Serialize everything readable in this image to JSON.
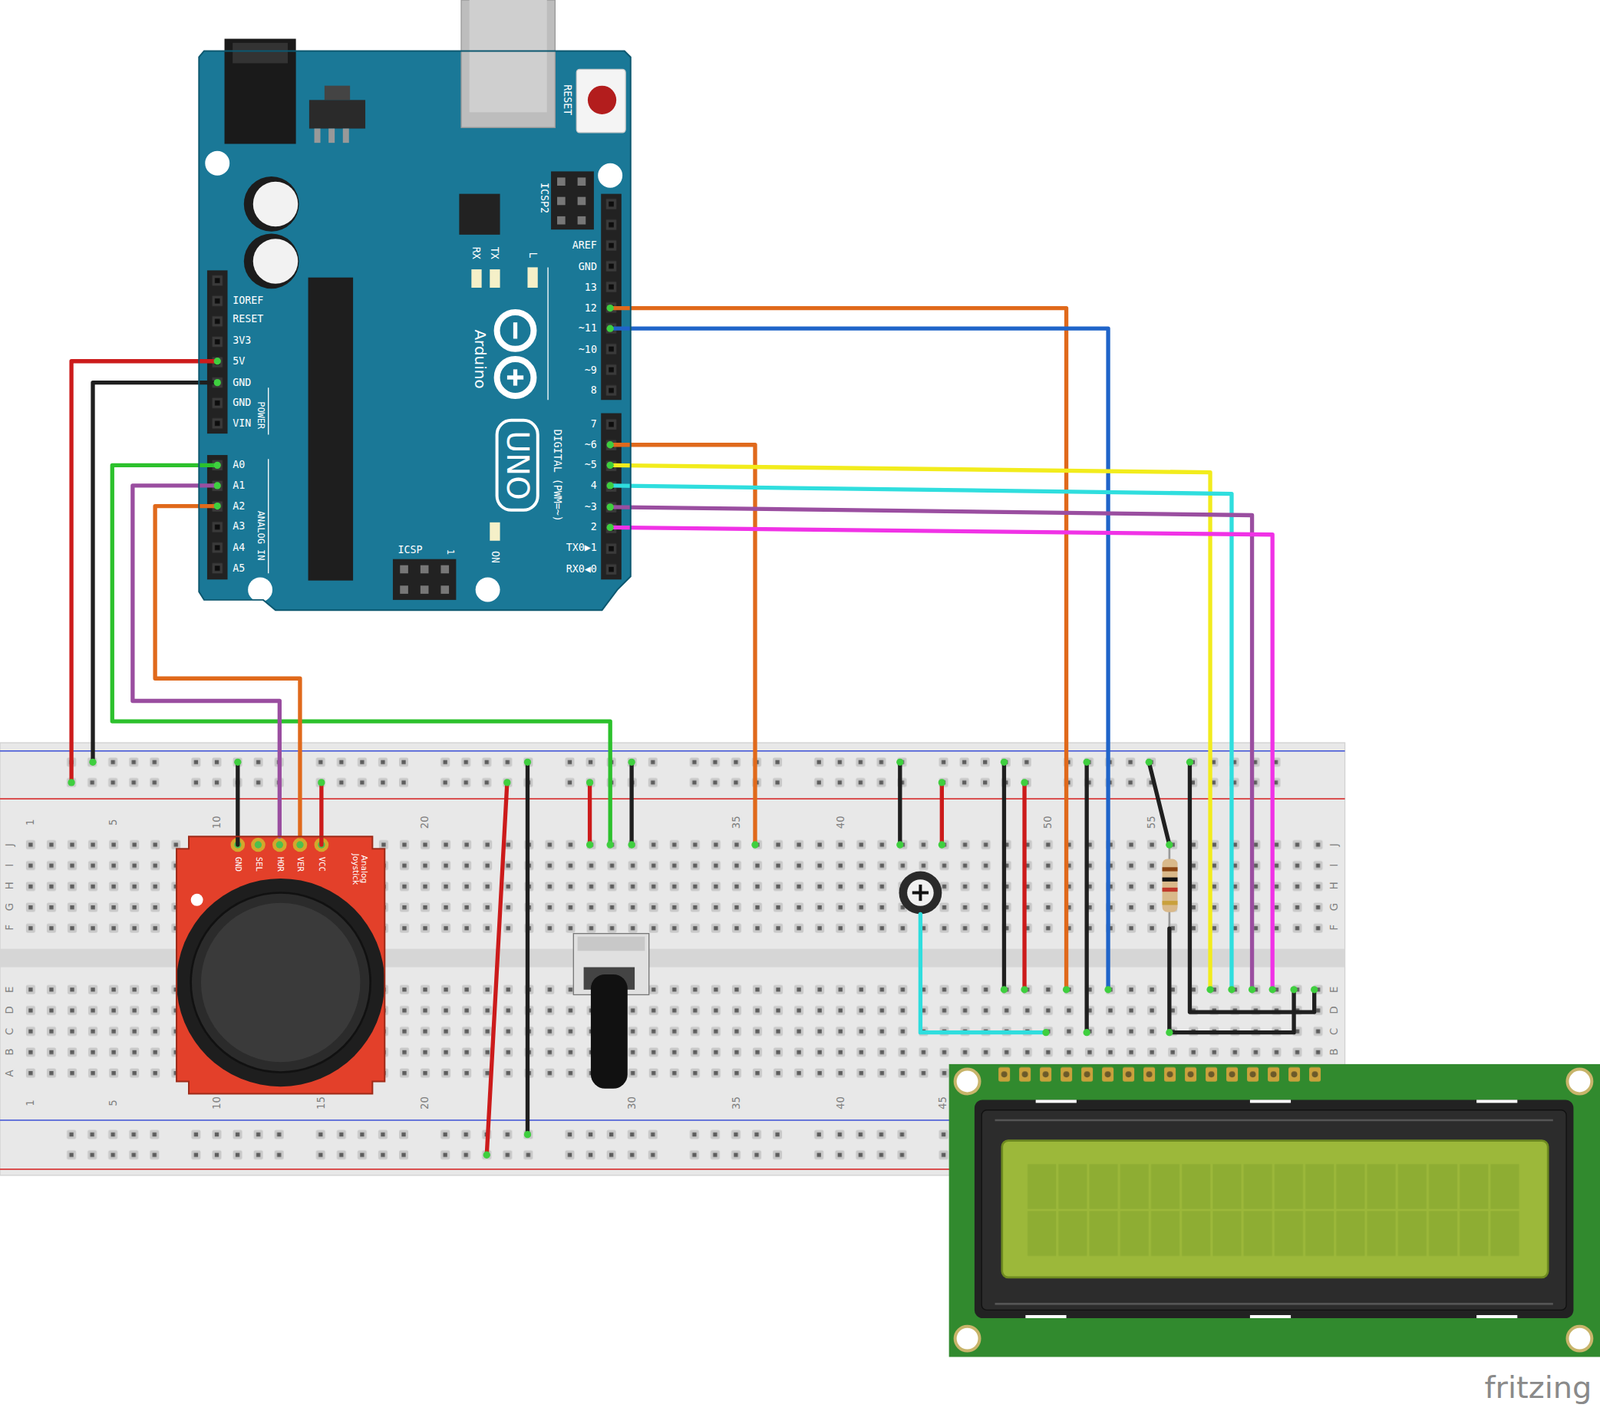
{
  "diagram": {
    "nodes": [
      {
        "text": [
          "RESET",
          "ICSP2",
          "TX",
          "RX",
          "L",
          "AREF",
          "GND",
          "13",
          "12",
          "~11",
          "~10",
          "~9",
          "8",
          "IOREF",
          "RESET",
          "3V3",
          "5V",
          "GND",
          "GND",
          "VIN",
          "POWER",
          "Arduino",
          "UNO",
          "DIGITAL (PWM=~)",
          "7",
          "~6",
          "~5",
          "4",
          "~3",
          "2",
          "A0",
          "A1",
          "A2",
          "A3",
          "A4",
          "A5",
          "ANALOG IN",
          "ON",
          "TX0▶1",
          "RX0◀0",
          "ICSP",
          "1"
        ]
      },
      {
        "text": [
          "GND",
          "SEL",
          "HOR",
          "VER",
          "VCC",
          "Analog Joystick"
        ]
      }
    ],
    "edges": [
      {
        "from": 0,
        "to": 1,
        "arrow": "none"
      },
      {
        "from": 0,
        "to": 1,
        "arrow": "none"
      }
    ],
    "labels": [
      "1",
      "5",
      "10",
      "20",
      "35",
      "40",
      "50",
      "55",
      "1",
      "5",
      "10",
      "15",
      "20",
      "30",
      "35",
      "40",
      "45",
      "J",
      "I",
      "H",
      "G",
      "F",
      "E",
      "D",
      "C",
      "B",
      "A",
      "J",
      "I",
      "H",
      "G",
      "F",
      "E",
      "D",
      "C",
      "B",
      "fritzing"
    ]
  }
}
